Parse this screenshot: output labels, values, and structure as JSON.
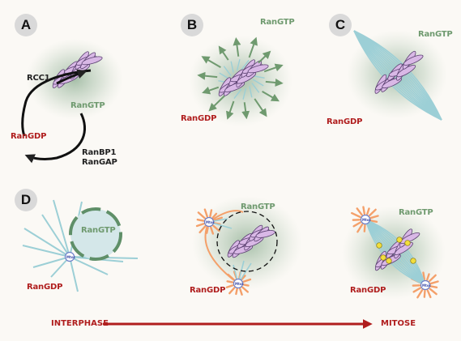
{
  "panels": {
    "a": {
      "letter": "A",
      "rcc1": "RCC1",
      "rangtp": "RanGTP",
      "rangdp": "RanGDP",
      "ranbp1": "RanBP1",
      "rangap": "RanGAP"
    },
    "b": {
      "letter": "B",
      "rangtp": "RanGTP",
      "rangdp": "RanGDP"
    },
    "c": {
      "letter": "C",
      "rangtp": "RanGTP",
      "rangdp": "RanGDP"
    },
    "d": {
      "letter": "D",
      "interphase_cell": {
        "rangtp": "RanGTP",
        "rangdp": "RanGDP",
        "centrosome": "Mtoc"
      },
      "transition_cell": {
        "rangtp": "RanGTP",
        "rangdp": "RanGDP",
        "centrosome": "Mtoc"
      },
      "mitotic_cell": {
        "rangtp": "RanGTP",
        "rangdp": "RanGDP",
        "centrosome": "Mtoc"
      }
    }
  },
  "timeline": {
    "start": "INTERPHASE",
    "end": "MITOSE"
  },
  "colors": {
    "rangtp": "#6f9a6f",
    "rangdp": "#b01e1e",
    "chromosome_fill": "#d9b8e6",
    "chromosome_stroke": "#5a4070",
    "microtubule": "#9ccfd6",
    "astral": "#f4a06a",
    "kinetochore": "#f2de3c",
    "badge": "#d9d9d9"
  }
}
